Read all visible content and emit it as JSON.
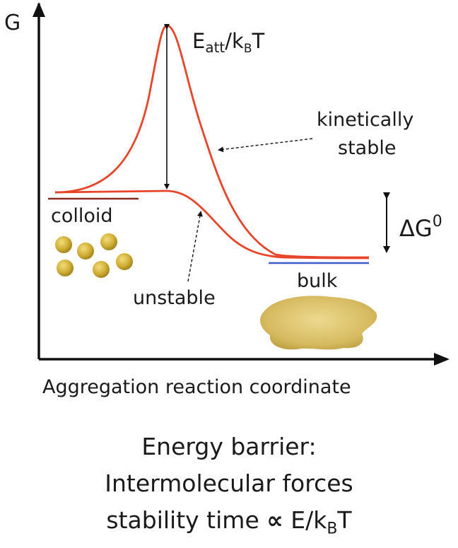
{
  "axes": {
    "y_label": "G",
    "x_label": "Aggregation reaction coordinate"
  },
  "annotations": {
    "barrier_main": "E",
    "barrier_sub": "att",
    "barrier_after": "/k",
    "barrier_sub2": "B",
    "barrier_tail": "T",
    "kinetic_line1": "kinetically",
    "kinetic_line2": "stable",
    "unstable": "unstable",
    "colloid": "colloid",
    "bulk": "bulk",
    "delta_g": "ΔG",
    "delta_g_sup": "0"
  },
  "caption": {
    "line1": "Energy barrier:",
    "line2": "Intermolecular forces",
    "line3_text": "stability time ",
    "line3_symbol": "∝",
    "line3_e": " E/k",
    "line3_sub": "B",
    "line3_t": "T"
  },
  "colors": {
    "curve": "#e8442a",
    "colloid_line": "#8a2c1e",
    "bulk_line": "#3b5fc8",
    "particle": "#cfae33",
    "bulk_blob": "#d9c06a",
    "axis": "#111111"
  }
}
